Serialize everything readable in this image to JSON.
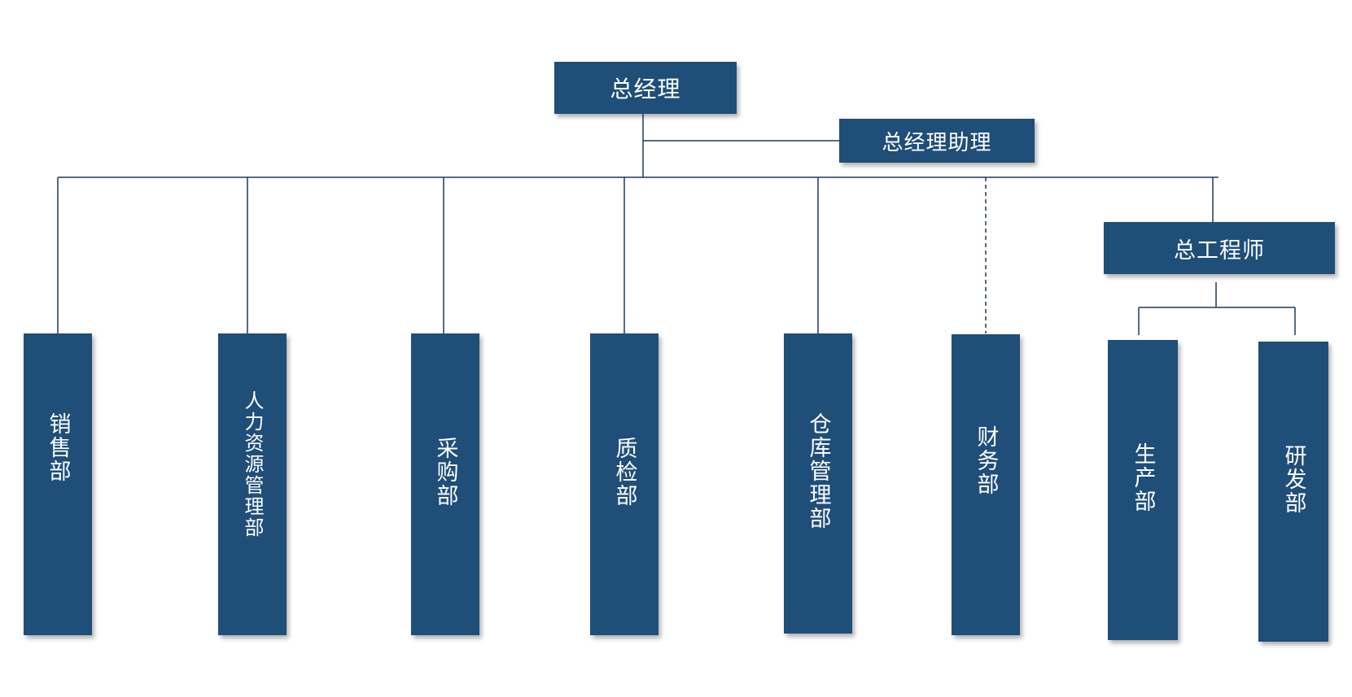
{
  "org_chart": {
    "top": {
      "general_manager": "总经理",
      "gm_assistant": "总经理助理"
    },
    "chief_engineer": "总工程师",
    "departments": {
      "sales": "销售部",
      "hr": "人力资源管理部",
      "purchasing": "采购部",
      "quality": "质检部",
      "warehouse": "仓库管理部",
      "finance": "财务部"
    },
    "engineering_departments": {
      "production": "生产部",
      "rnd": "研发部"
    }
  },
  "colors": {
    "box_fill": "#1f4e79",
    "box_text": "#ffffff",
    "line": "#1f3a5a"
  }
}
